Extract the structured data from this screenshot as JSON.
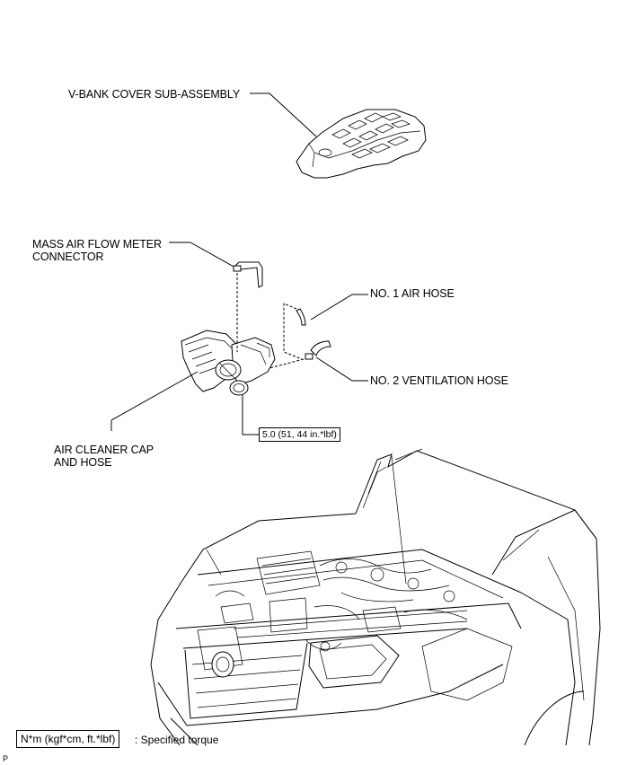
{
  "labels": {
    "vbank_cover": "V-BANK COVER SUB-ASSEMBLY",
    "maf_connector_line1": "MASS AIR FLOW METER",
    "maf_connector_line2": "CONNECTOR",
    "air_hose_1": "NO. 1 AIR HOSE",
    "vent_hose_2": "NO. 2 VENTILATION HOSE",
    "air_cleaner_line1": "AIR CLEANER CAP",
    "air_cleaner_line2": "AND HOSE"
  },
  "torque": {
    "clamp_value": "5.0 (51, 44 in.*lbf)"
  },
  "legend": {
    "unit_box": "N*m (kgf*cm, ft.*lbf)",
    "description": ": Specified torque"
  },
  "page_code": "P"
}
